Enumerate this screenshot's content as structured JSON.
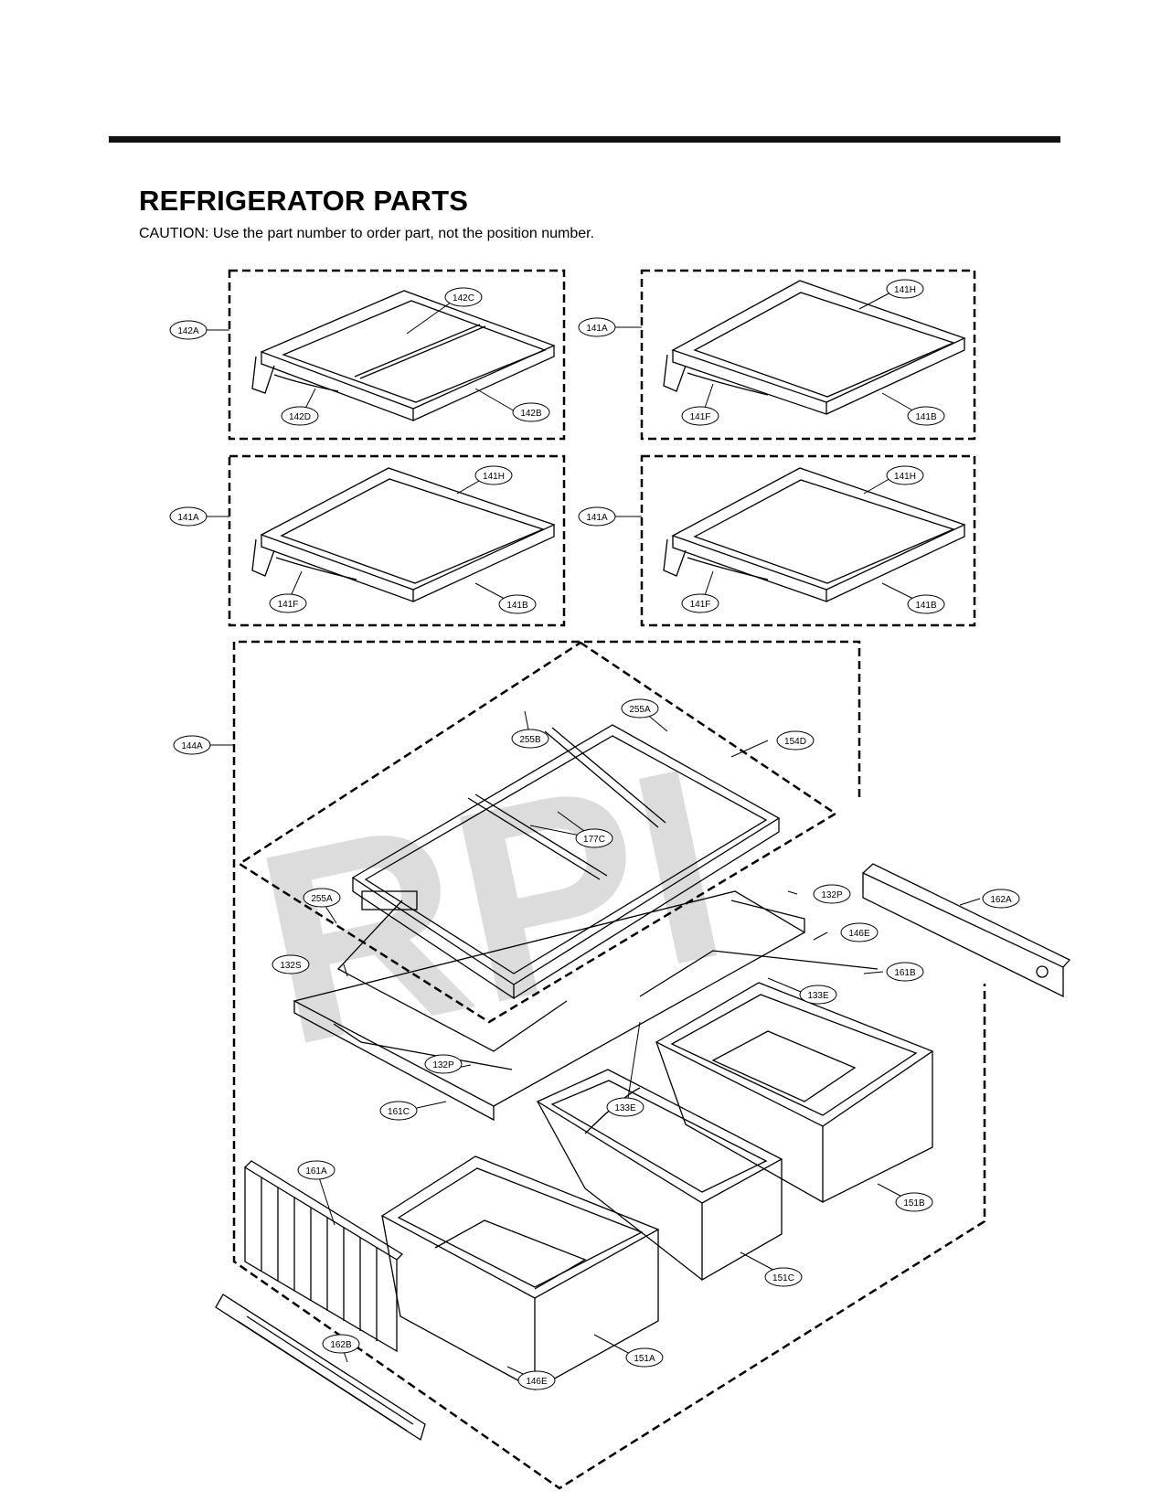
{
  "header": {
    "title": "REFRIGERATOR PARTS",
    "caution": "CAUTION: Use the part number to order part, not the position number."
  },
  "watermark": "RPI",
  "callouts": {
    "c142A": "142A",
    "c142C": "142C",
    "c142D": "142D",
    "c142B": "142B",
    "c141A_1": "141A",
    "c141H_1": "141H",
    "c141F_1": "141F",
    "c141B_1": "141B",
    "c141A_2": "141A",
    "c141H_2": "141H",
    "c141F_2": "141F",
    "c141B_2": "141B",
    "c141A_3": "141A",
    "c141H_3": "141H",
    "c141F_3": "141F",
    "c141B_3": "141B",
    "c144A": "144A",
    "c255A_1": "255A",
    "c255B": "255B",
    "c154D": "154D",
    "c177C": "177C",
    "c132P_1": "132P",
    "c255A_2": "255A",
    "c162A": "162A",
    "c146E_1": "146E",
    "c132S": "132S",
    "c161B": "161B",
    "c133E_1": "133E",
    "c132P_2": "132P",
    "c161C": "161C",
    "c133E_2": "133E",
    "c161A": "161A",
    "c151B": "151B",
    "c151C": "151C",
    "c162B": "162B",
    "c151A": "151A",
    "c146E_2": "146E"
  }
}
